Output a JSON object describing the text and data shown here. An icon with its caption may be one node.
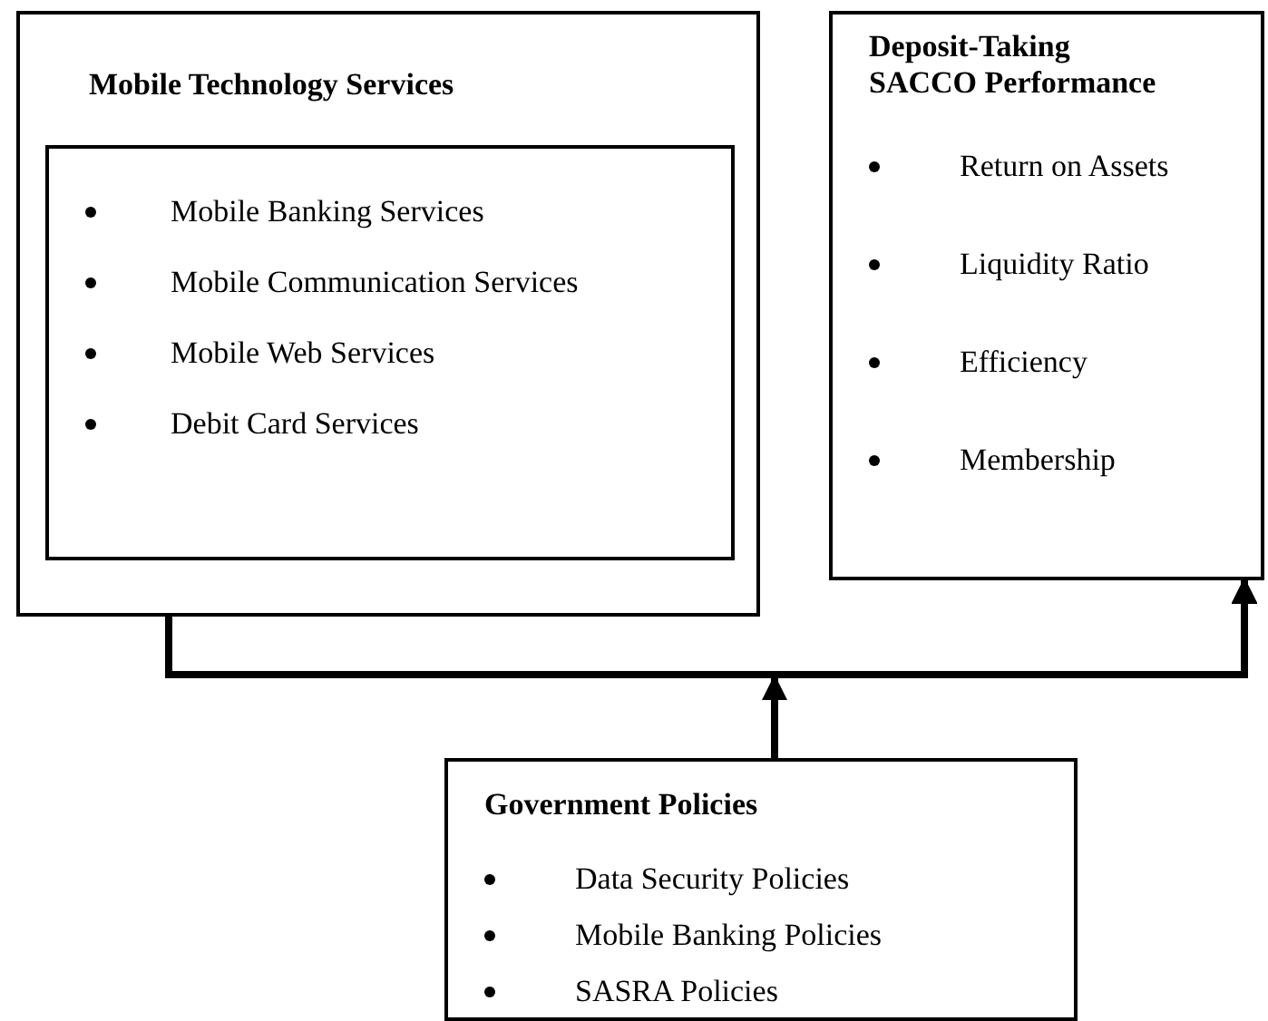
{
  "diagram": {
    "nodes": [
      {
        "text": [
          "Mobile Technology Services"
        ]
      },
      {
        "text": [
          "Mobile Banking Services",
          "Mobile Communication Services",
          "Mobile Web Services",
          "Debit Card Services"
        ],
        "in": 0
      },
      {
        "text": [
          "Deposit-Taking SACCO Performance",
          "Return on Assets",
          "Liquidity Ratio",
          "Efficiency",
          "Membership"
        ]
      },
      {
        "text": [
          "Government Policies",
          "Data Security Policies",
          "Mobile Banking Policies",
          "SASRA Policies"
        ]
      }
    ],
    "edges": [
      {
        "from": 0,
        "to": 2,
        "arrow": "to"
      },
      {
        "from": 3,
        "to": 2,
        "arrow": "to"
      }
    ]
  }
}
